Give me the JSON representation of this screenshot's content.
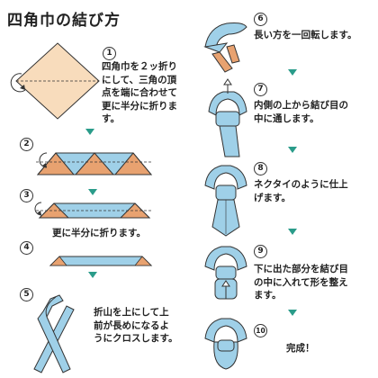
{
  "title": "四角巾の結び方",
  "steps": [
    {
      "number": "1",
      "lines": [
        "四角巾を２ッ折り",
        "にして、三角の頂",
        "点を端に合わせて",
        "更に半分に折りま",
        "す。"
      ]
    },
    {
      "number": "2",
      "lines": []
    },
    {
      "number": "3",
      "lines": []
    },
    {
      "number": "4",
      "lines": [
        "更に半分に折ります。"
      ]
    },
    {
      "number": "5",
      "lines": [
        "折山を上にして上",
        "前が長めになるよ",
        "うにクロスします。"
      ]
    },
    {
      "number": "6",
      "lines": [
        "長い方を一回転します。"
      ]
    },
    {
      "number": "7",
      "lines": [
        "内側の上から結び目の",
        "中に通します。"
      ]
    },
    {
      "number": "8",
      "lines": [
        "ネクタイのように仕上",
        "げます。"
      ]
    },
    {
      "number": "9",
      "lines": [
        "下に出た部分を結び目",
        "の中に入れて形を整え",
        "ます。"
      ]
    },
    {
      "number": "10",
      "lines": [
        "完成！"
      ]
    }
  ],
  "colors": {
    "cloth_light": "#f8dcbc",
    "cloth_blue": "#9fd0e8",
    "cloth_orange": "#e8a270",
    "arrow": "#2a9c8a",
    "outline": "#333333"
  },
  "icons": [
    "rotate-arrow-icon",
    "down-arrow-icon"
  ]
}
